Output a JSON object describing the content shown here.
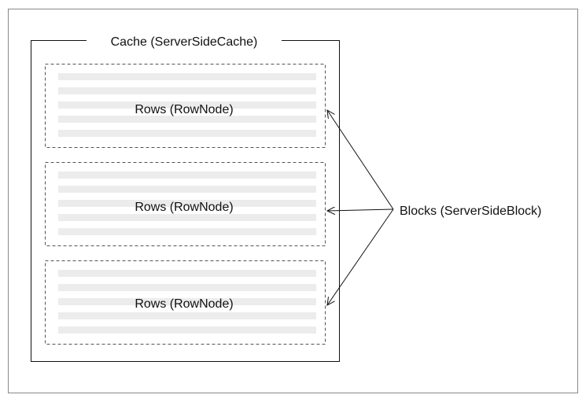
{
  "cache": {
    "label": "Cache (ServerSideCache)"
  },
  "blocks": [
    {
      "label": "Rows (RowNode)"
    },
    {
      "label": "Rows (RowNode)"
    },
    {
      "label": "Rows (RowNode)"
    }
  ],
  "callout": {
    "label": "Blocks (ServerSideBlock)"
  },
  "colors": {
    "frame": "#888888",
    "cache_border": "#111111",
    "block_border": "#555555",
    "row_stripe": "#ececec",
    "arrow": "#111111"
  }
}
